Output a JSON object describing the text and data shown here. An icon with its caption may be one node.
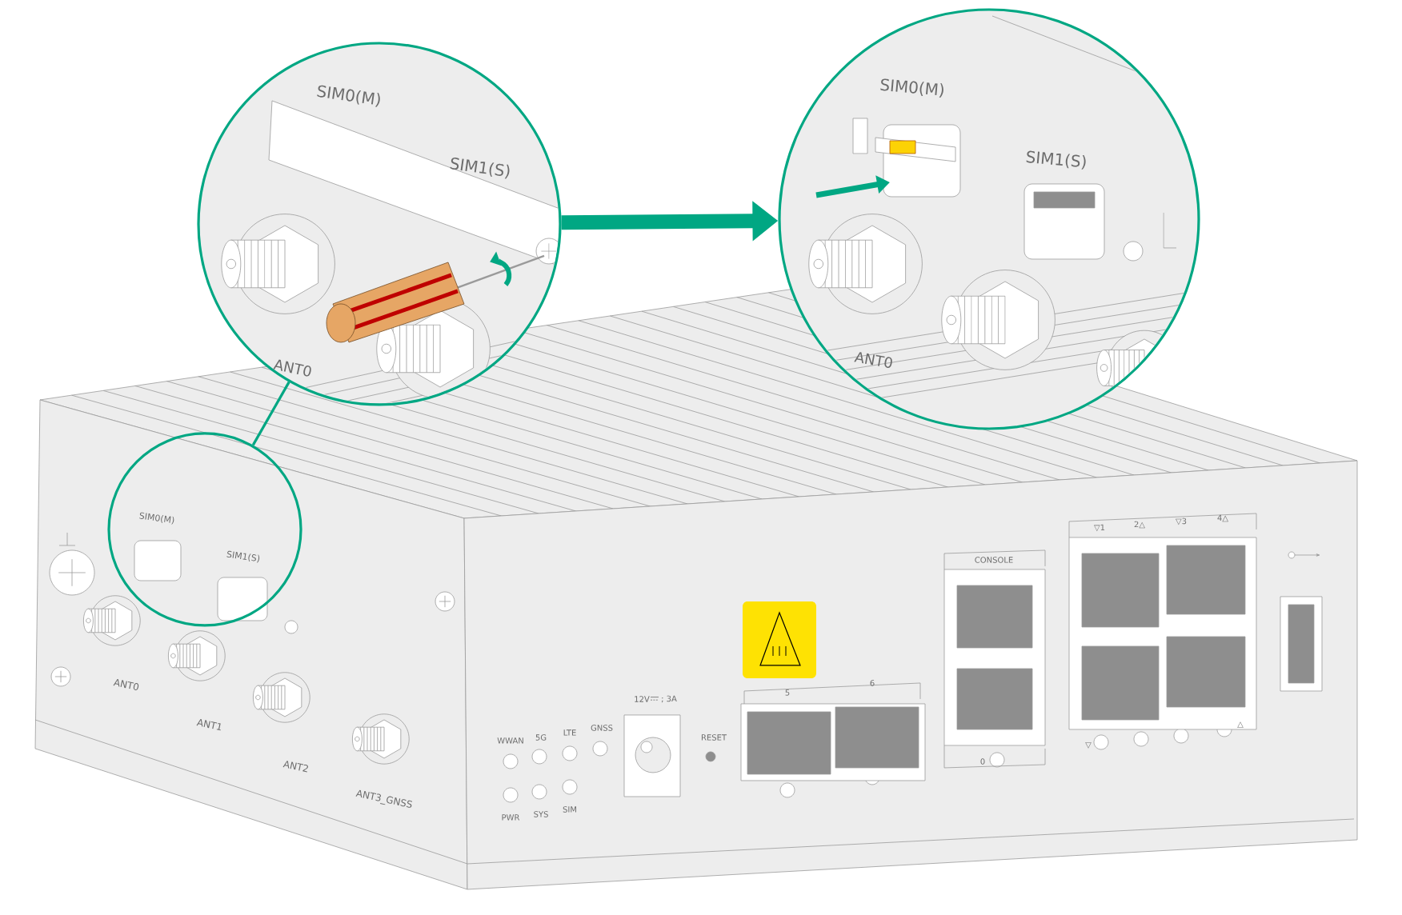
{
  "diagram": {
    "nodes": [
      {
        "text": [],
        "shape": "circle"
      },
      {
        "text": [],
        "shape": "circle"
      },
      {
        "text": [],
        "shape": "circle"
      }
    ],
    "edges": [
      {
        "from": 2,
        "to": 0,
        "arrow": "none"
      },
      {
        "from": 0,
        "to": 1,
        "arrow": "to",
        "style": "thick"
      }
    ],
    "labels": [
      "SIM0(M)",
      "SIM1(S)",
      "ANT0",
      "SIM0(M)",
      "SIM1(S)",
      "ANT0",
      "SIM0(M)",
      "SIM1(S)",
      "ANT0",
      "ANT1",
      "ANT2",
      "ANT3_GNSS",
      "WWAN",
      "5G",
      "LTE",
      "GNSS",
      "12V",
      "; 3A",
      "RESET",
      "PWR",
      "SYS",
      "SIM",
      "5",
      "6",
      "CONSOLE",
      "▽1",
      "2△",
      "▽3",
      "4△",
      "0",
      "▽",
      "△"
    ]
  }
}
